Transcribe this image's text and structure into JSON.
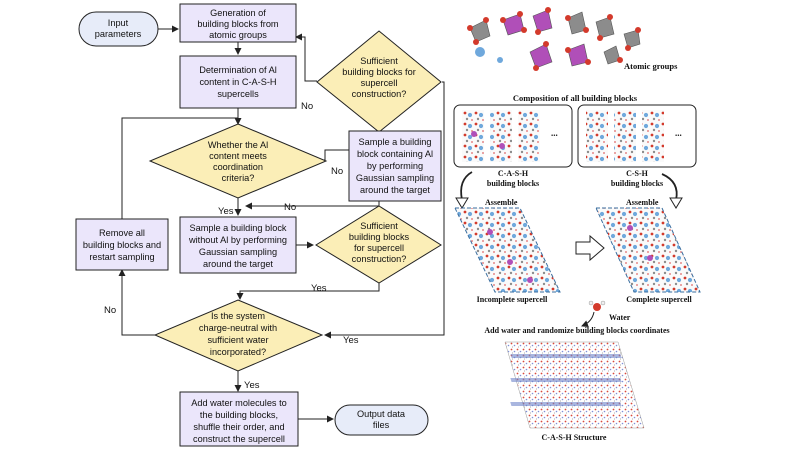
{
  "flowchart": {
    "input": [
      "Input",
      "parameters"
    ],
    "generation": [
      "Generation of",
      "building blocks from",
      "atomic groups"
    ],
    "determination": [
      "Determination of Al",
      "content in C-A-S-H",
      "supercells"
    ],
    "sufficient_top": [
      "Sufficient",
      "building blocks for",
      "supercell",
      "construction?"
    ],
    "whether": [
      "Whether the Al",
      "content meets",
      "coordination",
      "criteria?"
    ],
    "sample_al": [
      "Sample a building",
      "block containing Al",
      "by performing",
      "Gaussian sampling",
      "around the target"
    ],
    "remove": [
      "Remove all",
      "building blocks and",
      "restart sampling"
    ],
    "sample_no_al": [
      "Sample a building block",
      "without Al by performing",
      "Gaussian sampling",
      "around the target"
    ],
    "sufficient_mid": [
      "Sufficient",
      "building blocks",
      "for supercell",
      "construction?"
    ],
    "charge": [
      "Is the system",
      "charge-neutral with",
      "sufficient water",
      "incorporated?"
    ],
    "add_water": [
      "Add water molecules to",
      "the building blocks,",
      "shuffle their order, and",
      "construct the supercell"
    ],
    "output": [
      "Output data",
      "files"
    ],
    "yes": "Yes",
    "no": "No"
  },
  "illustration": {
    "atomic_groups": "Atomic groups",
    "composition": "Composition of all building blocks",
    "ellipsis": "...",
    "cash_blocks": [
      "C-A-S-H",
      "building blocks"
    ],
    "csh_blocks": [
      "C-S-H",
      "building blocks"
    ],
    "assemble": "Assemble",
    "incomplete": "Incomplete supercell",
    "complete": "Complete supercell",
    "water": "Water",
    "add_water": "Add water and randomize building blocks coordinates",
    "structure": "C-A-S-H Structure"
  },
  "colors": {
    "process_fill": "#ebe6fb",
    "decision_fill": "#fbeeb7",
    "terminal_fill": "#e7ecf9",
    "calcium": "#6fa8dc",
    "silicon": "#8c8c8c",
    "aluminum": "#b04fb8",
    "oxygen": "#d33a2c",
    "hydrogen": "#f0f0f0"
  }
}
